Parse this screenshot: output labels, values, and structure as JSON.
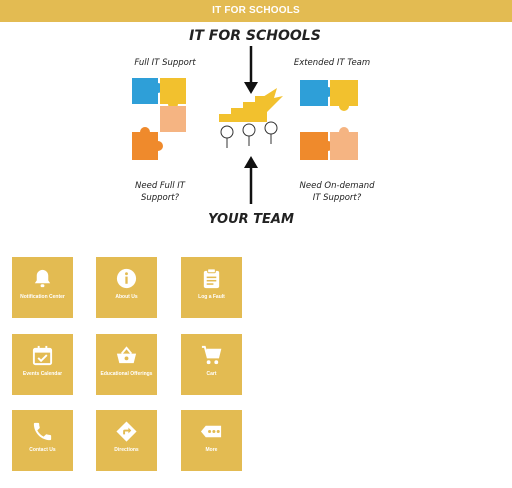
{
  "header": {
    "title": "IT FOR SCHOOLS"
  },
  "hero": {
    "title": "IT FOR SCHOOLS",
    "left_top": "Full IT Support",
    "right_top": "Extended IT Team",
    "left_bottom_1": "Need Full IT",
    "left_bottom_2": "Support?",
    "right_bottom_1": "Need On-demand",
    "right_bottom_2": "IT Support?",
    "footer": "YOUR TEAM"
  },
  "tiles": [
    {
      "label": "Notification Center",
      "icon": "bell-icon"
    },
    {
      "label": "About Us",
      "icon": "info-icon"
    },
    {
      "label": "Log a Fault",
      "icon": "clipboard-icon"
    },
    {
      "label": "Events Calendar",
      "icon": "calendar-check-icon"
    },
    {
      "label": "Educational Offerings",
      "icon": "basket-icon"
    },
    {
      "label": "Cart",
      "icon": "cart-icon"
    },
    {
      "label": "Contact Us",
      "icon": "phone-icon"
    },
    {
      "label": "Directions",
      "icon": "directions-icon"
    },
    {
      "label": "More",
      "icon": "more-icon"
    }
  ],
  "colors": {
    "accent": "#e3bb52",
    "puzzle_blue": "#2e9fd8",
    "puzzle_yellow": "#f2c12e",
    "puzzle_orange": "#ef8a2c",
    "puzzle_peach": "#f5b482"
  }
}
